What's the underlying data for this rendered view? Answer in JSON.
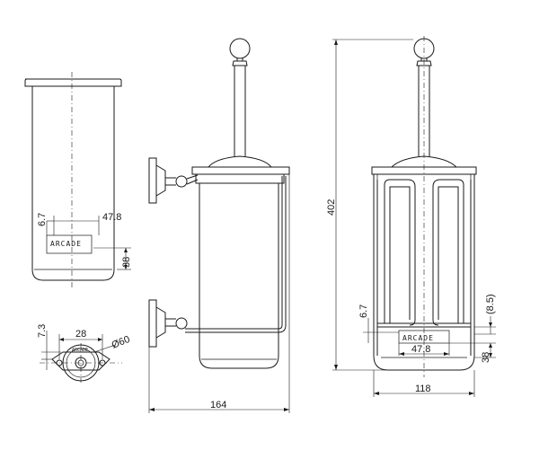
{
  "brand_text": "ARCADE",
  "dimensions": {
    "cup_offset": "6.7",
    "cup_width": "47.8",
    "cup_base": "38",
    "plate_offset": "7.3",
    "plate_holes": "28",
    "plate_diameter": "Ø60",
    "total_depth": "164",
    "total_height": "402",
    "front_offset": "6.7",
    "front_gap": "(8.5)",
    "front_cup_width": "47.8",
    "front_base": "38",
    "front_width": "118"
  }
}
